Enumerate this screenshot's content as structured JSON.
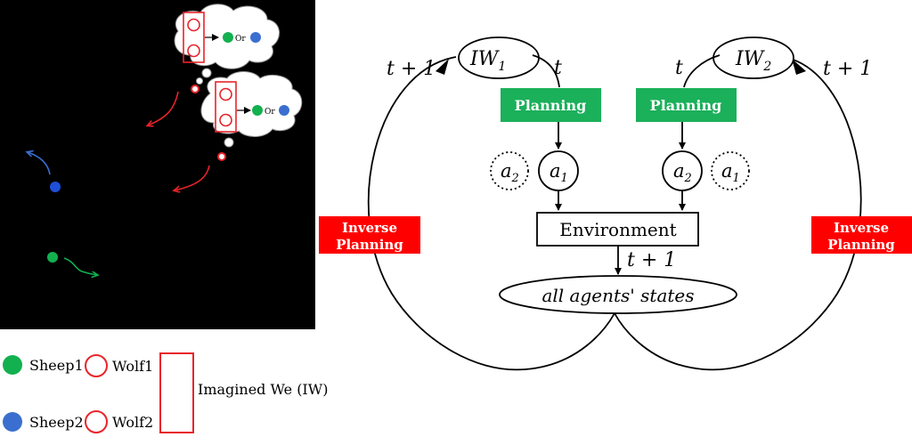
{
  "scene": {
    "or_label_1": "Or",
    "or_label_2": "Or"
  },
  "legend": {
    "sheep1": "Sheep1",
    "sheep2": "Sheep2",
    "wolf1": "Wolf1",
    "wolf2": "Wolf2",
    "imagined_we": "Imagined We (IW)"
  },
  "diagram": {
    "iw1_main": "IW",
    "iw1_sub": "1",
    "iw2_main": "IW",
    "iw2_sub": "2",
    "t_left": "t",
    "t_right": "t",
    "t_plus_1_top_left": "t + 1",
    "t_plus_1_top_right": "t + 1",
    "t_plus_1_env": "t + 1",
    "planning_left": "Planning",
    "planning_right": "Planning",
    "inverse_planning_left_line1": "Inverse",
    "inverse_planning_left_line2": "Planning",
    "inverse_planning_right_line1": "Inverse",
    "inverse_planning_right_line2": "Planning",
    "a_main": "a",
    "a1_sub": "1",
    "a2_sub": "2",
    "environment": "Environment",
    "all_agents_states": "all agents' states"
  },
  "colors": {
    "green_box": "#1bb05a",
    "red_box": "#ff0000",
    "sheep1": "#13b04f",
    "sheep2": "#3a6fd0",
    "wolf": "#e8242a",
    "scene_bg": "#000000"
  }
}
